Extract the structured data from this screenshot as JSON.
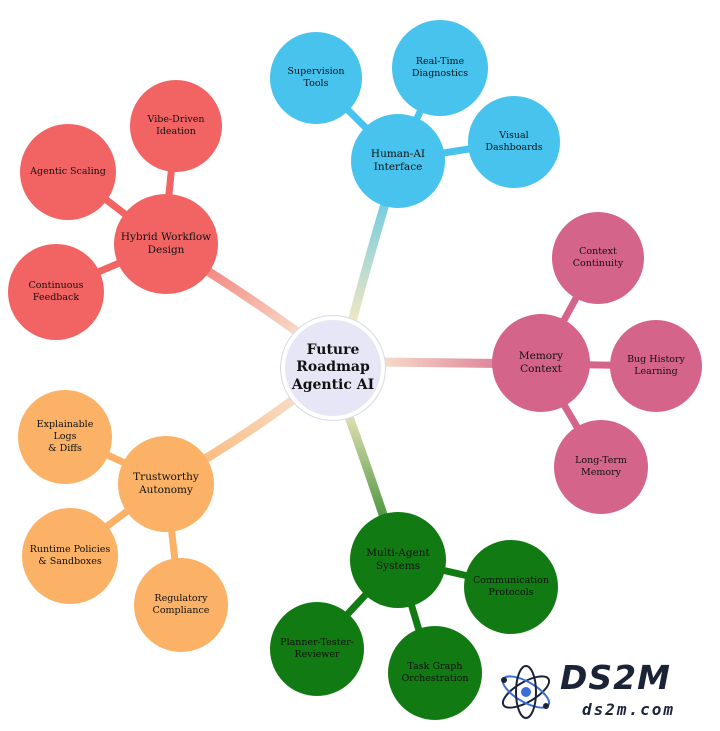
{
  "center": {
    "label": "Future\nRoadmap\nAgentic AI",
    "color": "#e6e6f6"
  },
  "branches": [
    {
      "id": "human-ai",
      "label": "Human-AI\nInterface",
      "color": "#47c3ee",
      "leaves": [
        "Supervision Tools",
        "Real-Time\nDiagnostics",
        "Visual Dashboards"
      ]
    },
    {
      "id": "hybrid",
      "label": "Hybrid Workflow\nDesign",
      "color": "#f26464",
      "leaves": [
        "Vibe-Driven Ideation",
        "Agentic Scaling",
        "Continuous Feedback"
      ]
    },
    {
      "id": "memory",
      "label": "Memory\nContext",
      "color": "#d5648a",
      "leaves": [
        "Context Continuity",
        "Bug History\nLearning",
        "Long-Term Memory"
      ]
    },
    {
      "id": "trust",
      "label": "Trustworthy\nAutonomy",
      "color": "#fbb166",
      "leaves": [
        "Explainable Logs\n& Diffs",
        "Runtime Policies\n& Sandboxes",
        "Regulatory\nCompliance"
      ]
    },
    {
      "id": "multi-agent",
      "label": "Multi-Agent\nSystems",
      "color": "#127a12",
      "leaves": [
        "Communication\nProtocols",
        "Planner-Tester-\nReviewer",
        "Task Graph\nOrchestration"
      ]
    }
  ],
  "logo": {
    "title": "DS2M",
    "subtitle": "ds2m.com"
  }
}
